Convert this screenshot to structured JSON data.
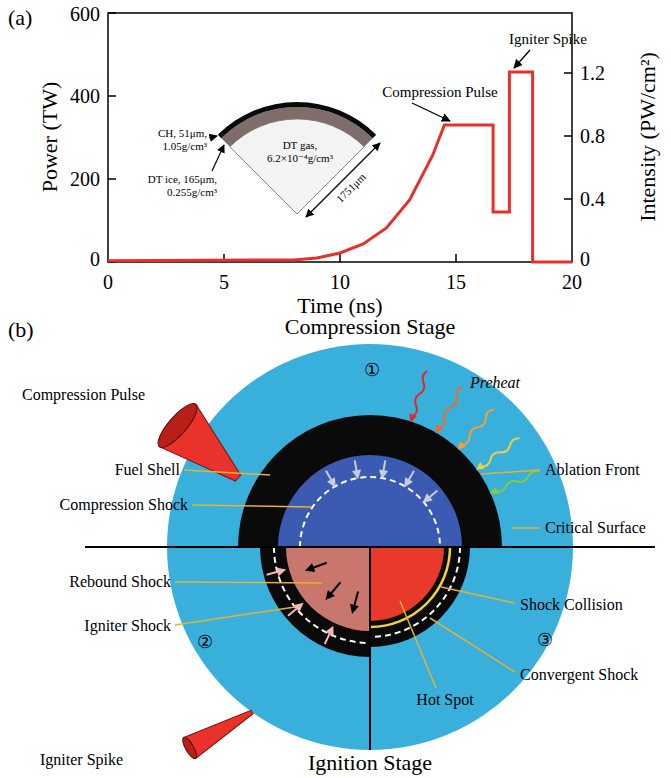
{
  "diagram": {
    "labels": [
      "(a)",
      "600",
      "400",
      "200",
      "0",
      "Power (TW)",
      "0",
      "5",
      "10",
      "15",
      "20",
      "Time (ns)",
      "1.2",
      "0.8",
      "0.4",
      "0",
      "Intensity (PW/cm²)",
      "Igniter Spike",
      "Compression Pulse",
      "CH, 51μm, 1.05g/cm³",
      "DT ice, 165μm, 0.255g/cm³",
      "DT gas, 6.2×10⁻⁴g/cm³",
      "1751μm",
      "(b)",
      "Compression Stage",
      "Compression Pulse",
      "①",
      "Preheat",
      "Fuel Shell",
      "Ablation Front",
      "Compression Shock",
      "Critical Surface",
      "Rebound Shock",
      "Igniter Shock",
      "②",
      "Shock Collision",
      "③",
      "Convergent Shock",
      "Hot Spot",
      "Igniter Spike",
      "Ignition Stage"
    ]
  }
}
